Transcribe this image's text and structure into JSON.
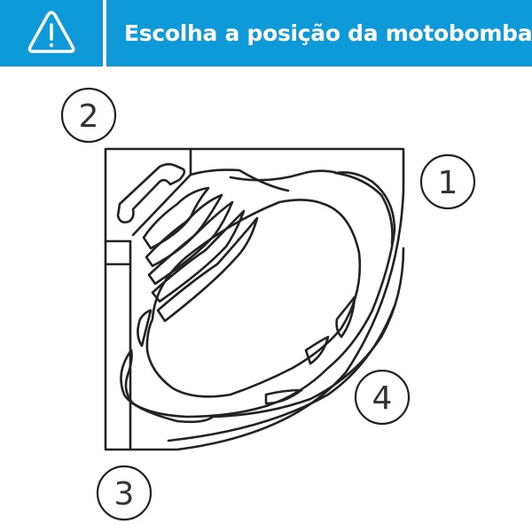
{
  "header": {
    "icon": "warning-triangle-icon",
    "title": "Escolha a posição da motobomba",
    "background_color": "#0e9ad9",
    "text_color": "#ffffff"
  },
  "diagram": {
    "subject": "corner bathtub top view",
    "positions": [
      {
        "id": 1,
        "label": "1"
      },
      {
        "id": 2,
        "label": "2"
      },
      {
        "id": 3,
        "label": "3"
      },
      {
        "id": 4,
        "label": "4"
      }
    ]
  }
}
